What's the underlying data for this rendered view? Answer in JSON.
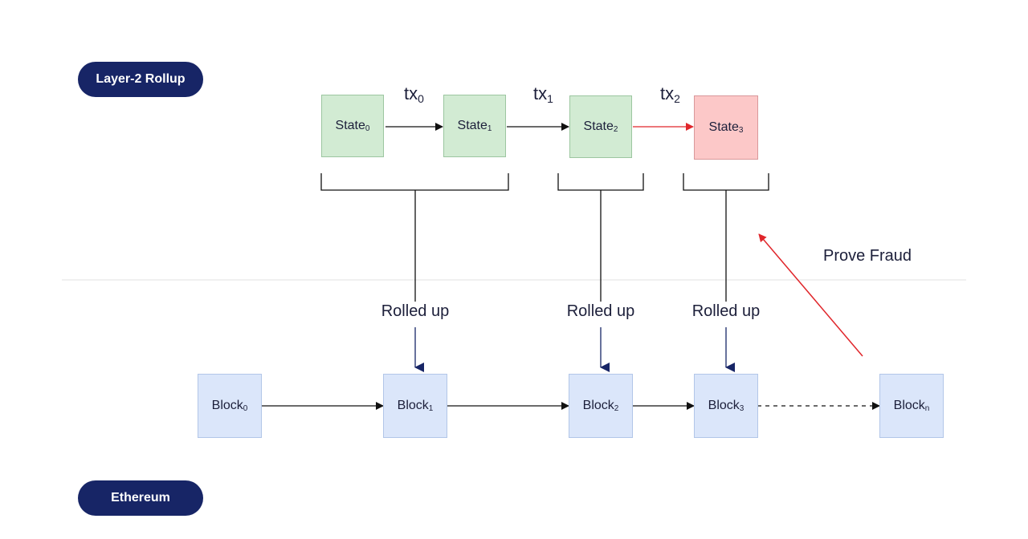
{
  "labels": {
    "layer2": "Layer-2 Rollup",
    "ethereum": "Ethereum",
    "rolled_up": "Rolled up",
    "prove_fraud": "Prove Fraud"
  },
  "states": [
    {
      "base": "State",
      "sub": "0"
    },
    {
      "base": "State",
      "sub": "1"
    },
    {
      "base": "State",
      "sub": "2"
    },
    {
      "base": "State",
      "sub": "3"
    }
  ],
  "transactions": [
    {
      "base": "tx",
      "sub": "0"
    },
    {
      "base": "tx",
      "sub": "1"
    },
    {
      "base": "tx",
      "sub": "2"
    }
  ],
  "blocks": [
    {
      "base": "Block",
      "sub": "0"
    },
    {
      "base": "Block",
      "sub": "1"
    },
    {
      "base": "Block",
      "sub": "2"
    },
    {
      "base": "Block",
      "sub": "3"
    },
    {
      "base": "Block",
      "sub": "n"
    }
  ],
  "colors": {
    "pill": "#172566",
    "state_fill": "#d2ebd3",
    "fraud_state_fill": "#fcc8c8",
    "block_fill": "#dbe6fa",
    "fraud_arrow": "#e0262b",
    "rollup_arrow": "#172566",
    "divider": "#e2e2e2"
  }
}
